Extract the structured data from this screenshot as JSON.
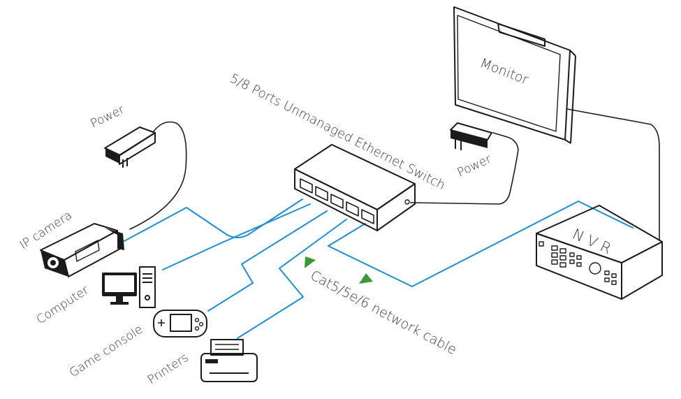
{
  "colors": {
    "network_cable": "#1a8fd8",
    "power_cable": "#1b1b1b",
    "arrow": "#3c9a36",
    "device_outline": "#1b1b1b",
    "label_text": "#3a3a3a"
  },
  "labels": {
    "switch": "5/8 Ports Unmanaged Ethernet Switch",
    "monitor": "Monitor",
    "nvr": "N V R",
    "power_left": "Power",
    "power_right": "Power",
    "ip_camera": "IP  camera",
    "computer": "Computer",
    "game_console": "Game console",
    "printers": "Printers",
    "cable": "Cat5/5e/6 network cable"
  },
  "icons": [
    "ethernet-switch-icon",
    "monitor-icon",
    "nvr-icon",
    "power-adapter-icon",
    "ip-camera-icon",
    "computer-icon",
    "game-console-icon",
    "printer-icon",
    "arrow-icon"
  ]
}
